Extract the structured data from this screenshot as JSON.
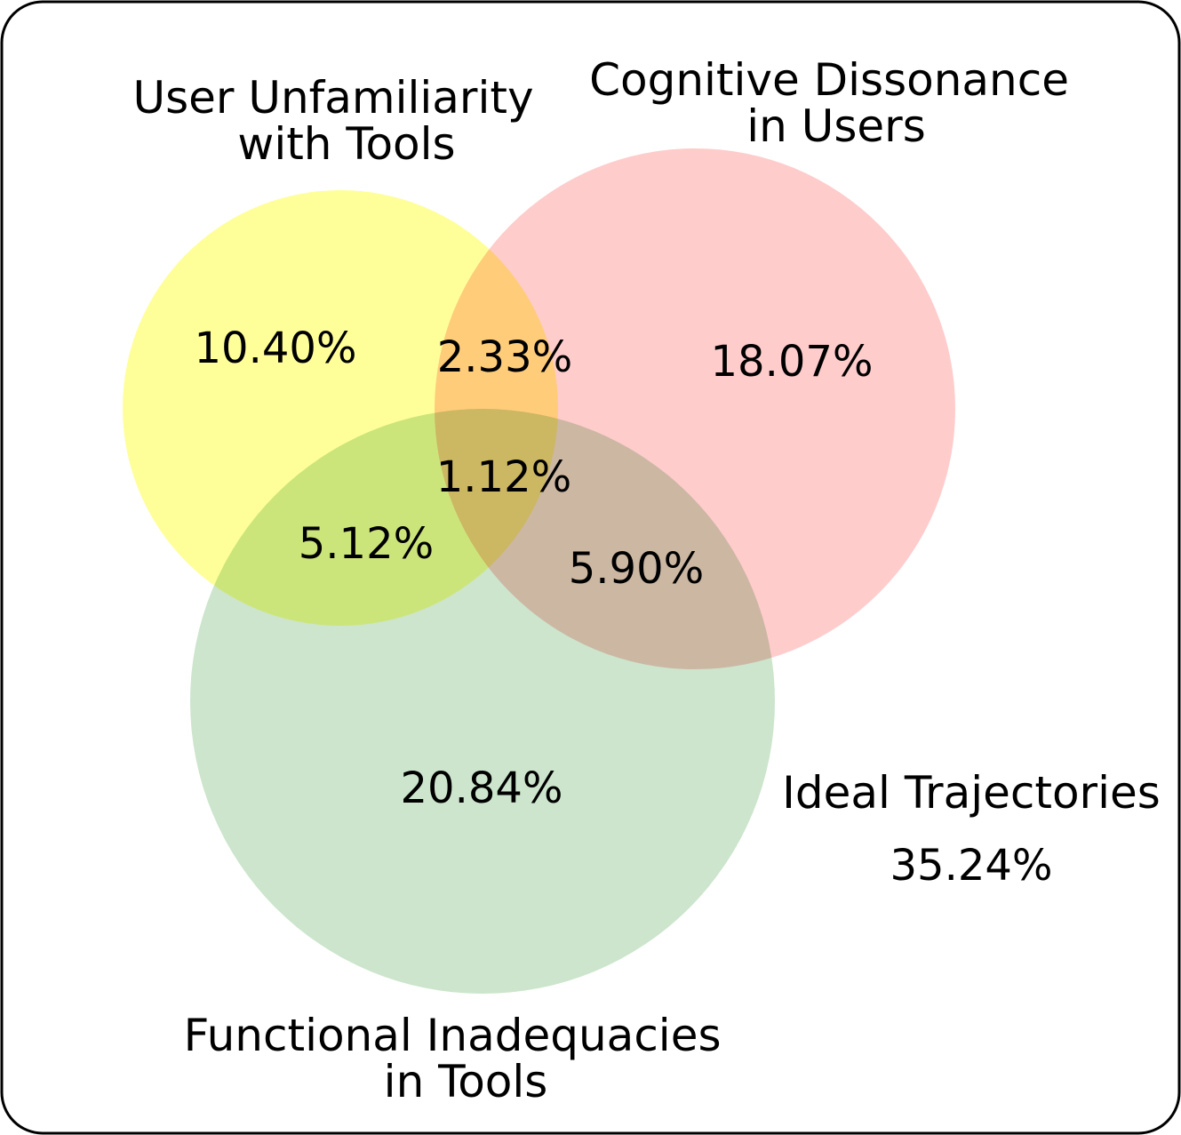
{
  "colors": {
    "user_unfamiliarity": "#FFFF99",
    "cognitive_dissonance": "#FFCCCC",
    "functional_inadequacies": "#CCE5CC",
    "frame_stroke": "#000000",
    "background": "#FFFFFF"
  },
  "sets": {
    "user_unfamiliarity": {
      "title_line1": "User Unfamiliarity",
      "title_line2": "with Tools"
    },
    "cognitive_dissonance": {
      "title_line1": "Cognitive Dissonance",
      "title_line2": "in Users"
    },
    "functional_inadequacies": {
      "title_line1": "Functional Inadequacies",
      "title_line2": "in Tools"
    }
  },
  "regions": {
    "user_unfamiliarity_only": "10.40%",
    "cognitive_dissonance_only": "18.07%",
    "functional_inadequacies_only": "20.84%",
    "unfamiliarity_and_dissonance": "2.33%",
    "unfamiliarity_and_inadequacies": "5.12%",
    "dissonance_and_inadequacies": "5.90%",
    "all_three": "1.12%"
  },
  "outside": {
    "label": "Ideal Trajectories",
    "value": "35.24%"
  }
}
